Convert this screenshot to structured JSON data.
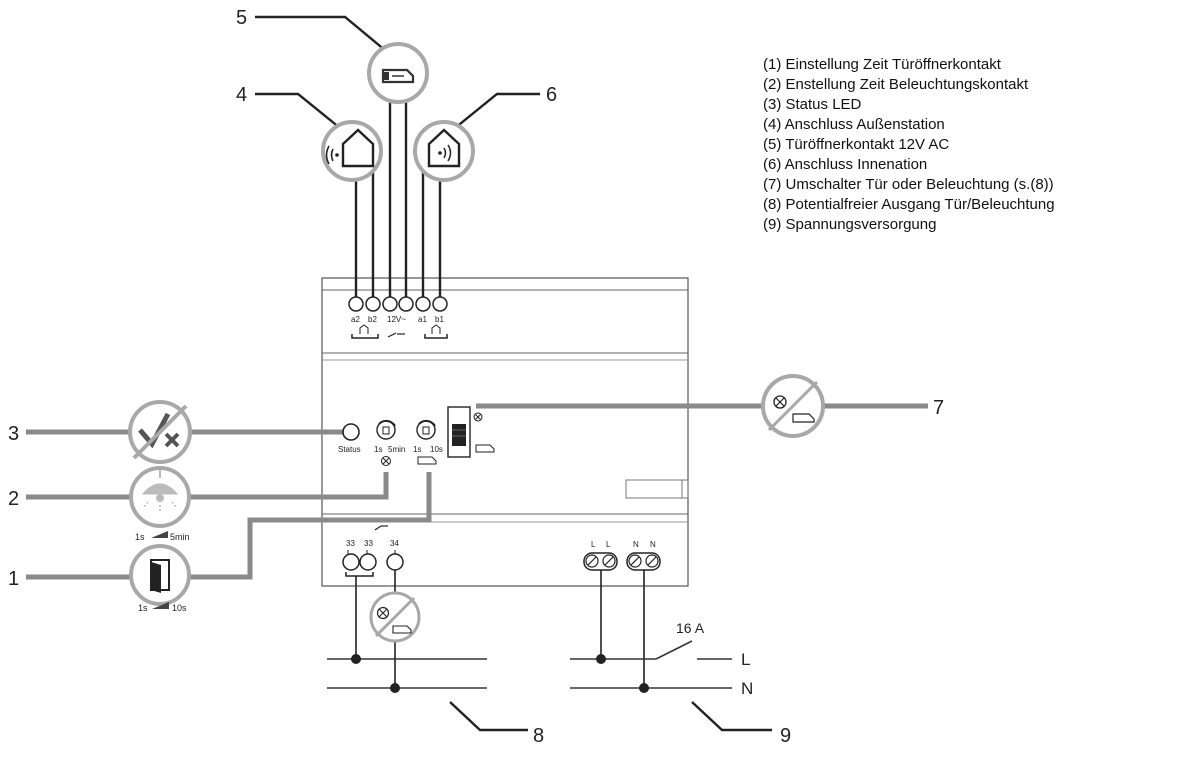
{
  "legend": {
    "items": [
      "(1) Einstellung Zeit Türöffnerkontakt",
      "(2) Enstellung Zeit Beleuchtungskontakt",
      "(3) Status LED",
      "(4) Anschluss Außenstation",
      "(5) Türöffnerkontakt 12V AC",
      "(6) Anschluss Innenation",
      "(7) Umschalter Tür oder Beleuchtung (s.(8))",
      "(8) Potentialfreier Ausgang Tür/Beleuchtung",
      "(9) Spannungsversorgung"
    ]
  },
  "callouts": {
    "n1": "1",
    "n2": "2",
    "n3": "3",
    "n4": "4",
    "n5": "5",
    "n6": "6",
    "n7": "7",
    "n8": "8",
    "n9": "9"
  },
  "terminals_top": {
    "a2": "a2",
    "b2": "b2",
    "v12": "12V~",
    "a1": "a1",
    "b1": "b1"
  },
  "device": {
    "status_label": "Status",
    "pot1_min": "1s",
    "pot1_max": "5min",
    "pot2_min": "1s",
    "pot2_max": "10s"
  },
  "terminals_bottom": {
    "t33a": "33",
    "t33b": "33",
    "t34": "34",
    "L1": "L",
    "L2": "L",
    "N1": "N",
    "N2": "N"
  },
  "range_labels": {
    "light_min": "1s",
    "light_max": "5min",
    "door_min": "1s",
    "door_max": "10s"
  },
  "mains": {
    "fuse": "16 A",
    "L": "L",
    "N": "N"
  },
  "icons": [
    "status-led-icon",
    "lamp-icon",
    "door-icon",
    "outdoor-station-icon",
    "door-opener-icon",
    "indoor-station-icon",
    "switch-icon",
    "light-bulb-icon"
  ]
}
